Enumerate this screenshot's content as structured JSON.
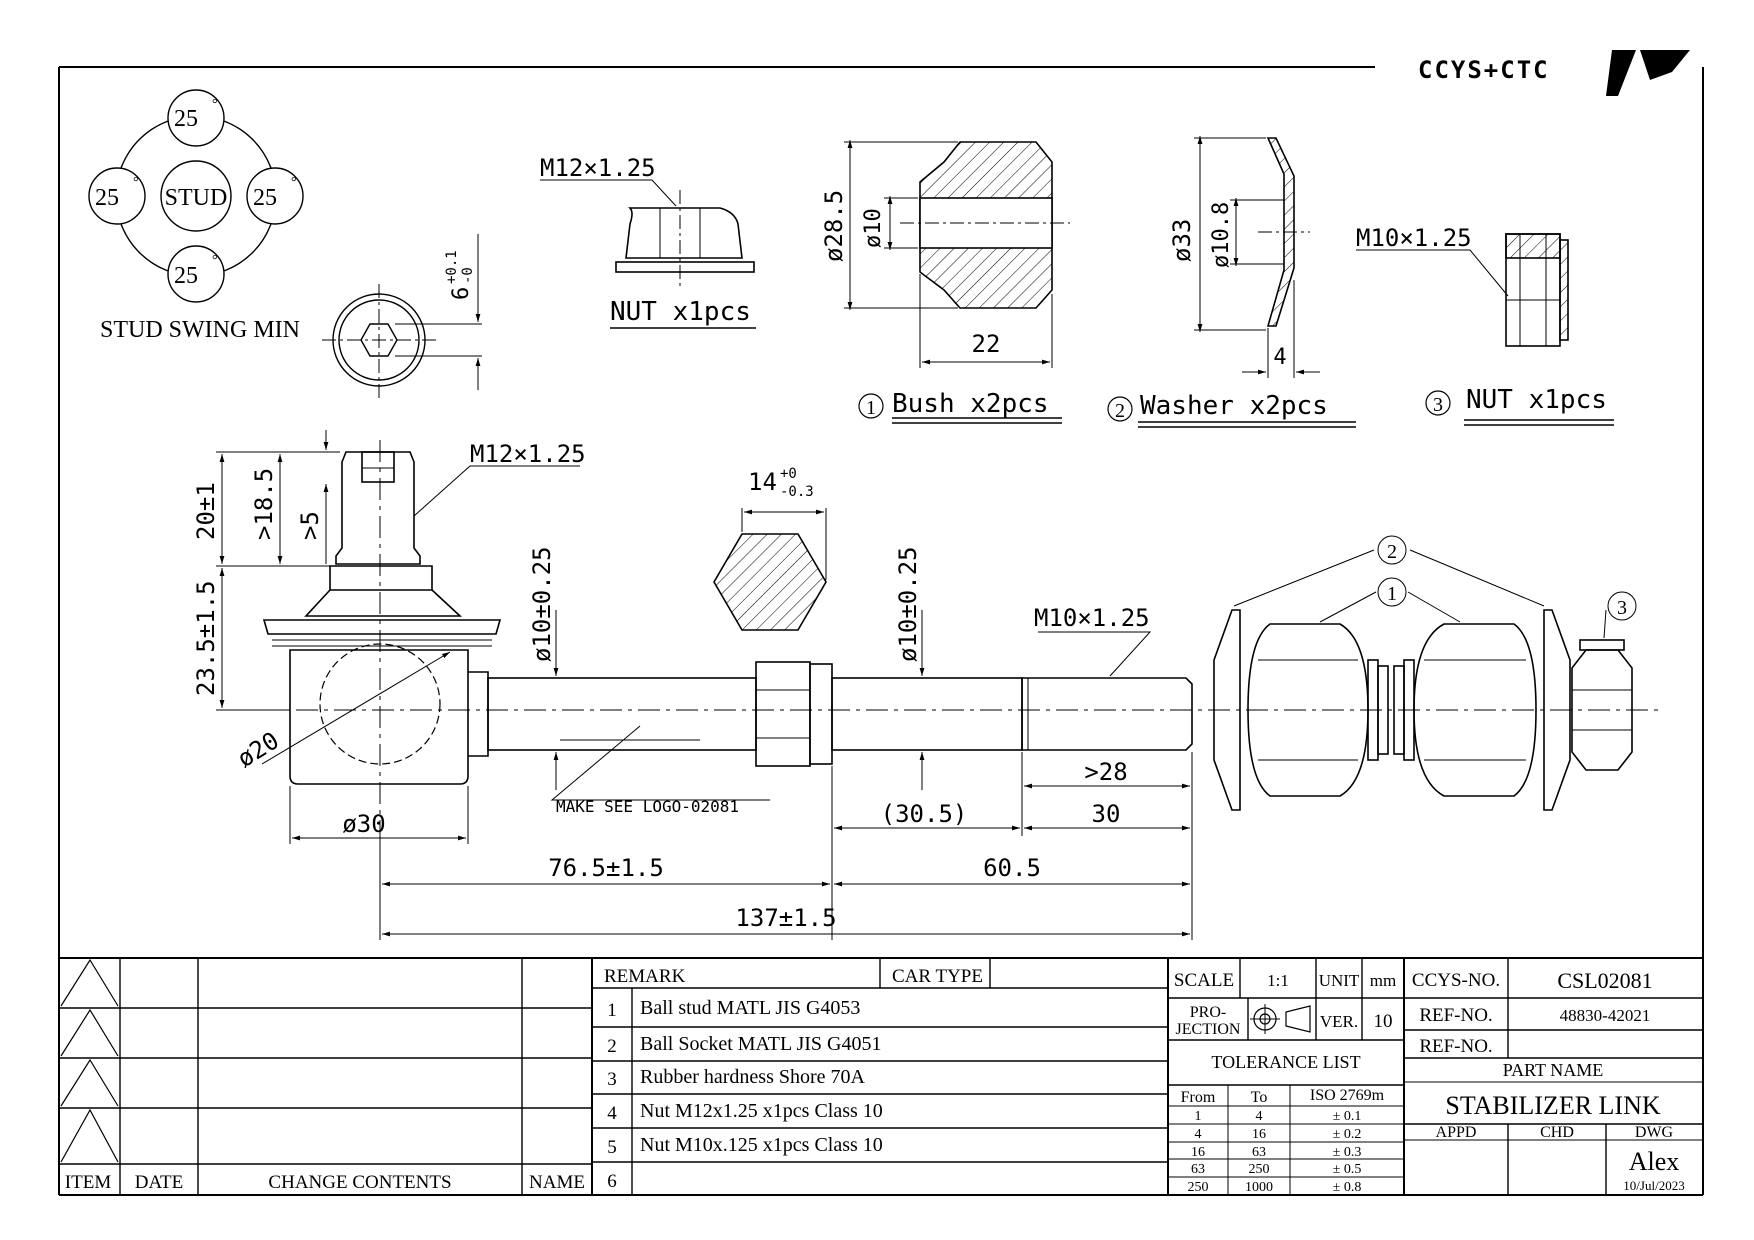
{
  "logo": {
    "text": "CCYS+CTC"
  },
  "swing": {
    "center": "STUD",
    "angles": [
      "25",
      "25",
      "25",
      "25"
    ],
    "degree_mark": "°",
    "caption": "STUD SWING MIN"
  },
  "top_view": {
    "tol_value": "6",
    "tol_upper": "+0.1",
    "tol_lower": "-0"
  },
  "parts": {
    "nut12": {
      "thread": "M12×1.25",
      "label": "NUT x1pcs"
    },
    "bush": {
      "num": "1",
      "label": "Bush x2pcs",
      "dia_outer": "ø28.5",
      "dia_inner": "ø10",
      "length": "22"
    },
    "washer": {
      "num": "2",
      "label": "Washer x2pcs",
      "dia_outer": "ø33",
      "dia_inner": "ø10.8",
      "thick": "4"
    },
    "nut10": {
      "num": "3",
      "thread": "M10×1.25",
      "label": "NUT x1pcs"
    }
  },
  "main": {
    "stud_thread": "M12×1.25",
    "dim_20": "20±1",
    "dim_18_5": ">18.5",
    "dim_5": ">5",
    "dim_23_5": "23.5±1.5",
    "ball_dia": "ø20",
    "shaft_dia_left": "ø10±0.25",
    "shaft_dia_right": "ø10±0.25",
    "hex_main": "14",
    "hex_upper": "+0",
    "hex_lower": "-0.3",
    "thread_end": "M10×1.25",
    "logo_note": "MAKE SEE LOGO-02081",
    "housing_dia": "ø30",
    "dim_28": ">28",
    "dim_30_5": "(30.5)",
    "dim_30": "30",
    "dim_76_5": "76.5±1.5",
    "dim_60_5": "60.5",
    "dim_137": "137±1.5",
    "balloon_1": "1",
    "balloon_2": "2",
    "balloon_3": "3"
  },
  "revision": {
    "headers": [
      "ITEM",
      "DATE",
      "CHANGE CONTENTS",
      "NAME"
    ]
  },
  "remark": {
    "header": "REMARK",
    "car_type": "CAR TYPE",
    "rows": [
      {
        "num": "1",
        "text": "Ball stud MATL JIS G4053"
      },
      {
        "num": "2",
        "text": "Ball Socket MATL JIS G4051"
      },
      {
        "num": "3",
        "text": "Rubber hardness Shore 70A"
      },
      {
        "num": "4",
        "text": "Nut M12x1.25 x1pcs Class 10"
      },
      {
        "num": "5",
        "text": "Nut M10x.125 x1pcs Class 10"
      },
      {
        "num": "6",
        "text": ""
      }
    ]
  },
  "title_block": {
    "scale_label": "SCALE",
    "scale_value": "1:1",
    "unit_label": "UNIT",
    "unit_value": "mm",
    "projection_label_1": "PRO-",
    "projection_label_2": "JECTION",
    "ver_label": "VER.",
    "ver_value": "10",
    "tolerance_title": "TOLERANCE LIST",
    "tol_headers": [
      "From",
      "To",
      "ISO 2769m"
    ],
    "tol_rows": [
      [
        "1",
        "4",
        "± 0.1"
      ],
      [
        "4",
        "16",
        "± 0.2"
      ],
      [
        "16",
        "63",
        "± 0.3"
      ],
      [
        "63",
        "250",
        "± 0.5"
      ],
      [
        "250",
        "1000",
        "± 0.8"
      ]
    ],
    "ccys_label": "CCYS-NO.",
    "ccys_value": "CSL02081",
    "ref_label_1": "REF-NO.",
    "ref_value_1": "48830-42021",
    "ref_label_2": "REF-NO.",
    "ref_value_2": "",
    "part_name_label": "PART NAME",
    "part_name": "STABILIZER LINK",
    "appd": "APPD",
    "chd": "CHD",
    "dwg": "DWG",
    "drawer": "Alex",
    "date": "10/Jul/2023"
  }
}
